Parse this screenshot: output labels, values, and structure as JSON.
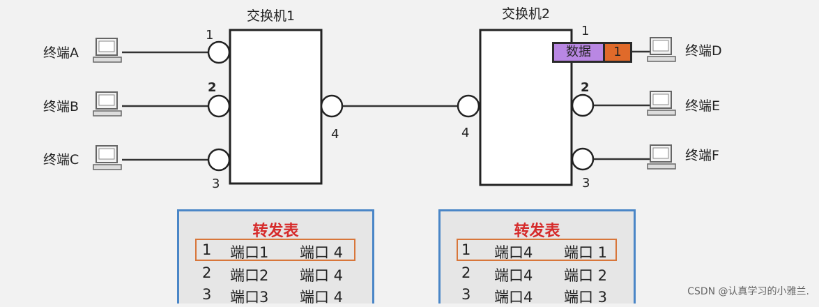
{
  "switches": [
    {
      "id": "sw1",
      "title": "交换机1"
    },
    {
      "id": "sw2",
      "title": "交换机2"
    }
  ],
  "ports": {
    "sw1": {
      "p1": "1",
      "p2": "2",
      "p3": "3",
      "p4": "4"
    },
    "sw2": {
      "p1": "1",
      "p2": "2",
      "p3": "3",
      "p4": "4"
    }
  },
  "terminals": [
    "终端A",
    "终端B",
    "终端C",
    "终端D",
    "终端E",
    "终端F"
  ],
  "packet": {
    "data_label": "数据",
    "port": "1"
  },
  "tables": [
    {
      "title": "转发表",
      "rows": [
        [
          "1",
          "端口1",
          "端口 4"
        ],
        [
          "2",
          "端口2",
          "端口 4"
        ],
        [
          "3",
          "端口3",
          "端口 4"
        ]
      ],
      "highlight_row": 0
    },
    {
      "title": "转发表",
      "rows": [
        [
          "1",
          "端口4",
          "端口 1"
        ],
        [
          "2",
          "端口4",
          "端口 2"
        ],
        [
          "3",
          "端口4",
          "端口 3"
        ]
      ],
      "highlight_row": 0
    }
  ],
  "watermark": "CSDN @认真学习的小雅兰.",
  "colors": {
    "table_border": "#4a86c7",
    "table_title": "#d62b2b",
    "highlight": "#d8763a",
    "packet_data": "#b987e3",
    "packet_port": "#e06a2a"
  }
}
